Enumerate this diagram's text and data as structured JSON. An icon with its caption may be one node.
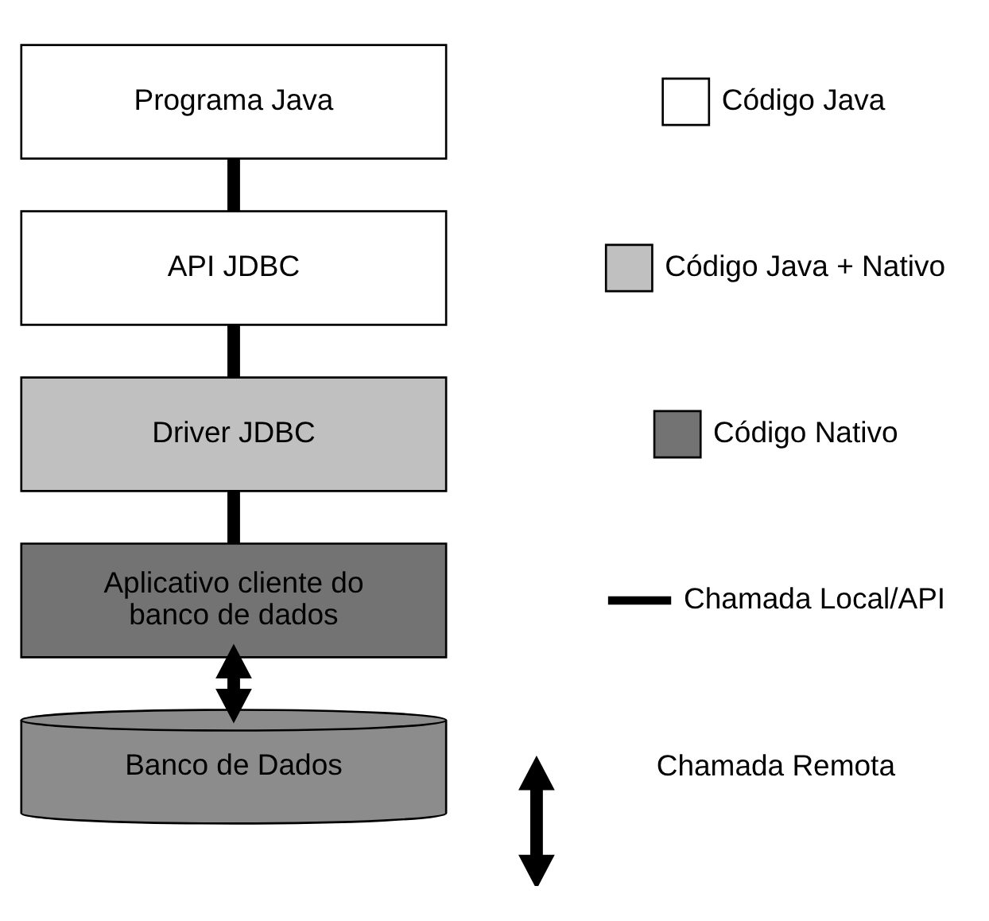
{
  "diagram": {
    "nodes": [
      {
        "text": [
          "Programa Java"
        ]
      },
      {
        "text": [
          "API JDBC"
        ]
      },
      {
        "text": [
          "Driver JDBC"
        ]
      },
      {
        "text": [
          "Aplicativo cliente do banco de dados"
        ]
      },
      {
        "text": [
          "Banco de Dados"
        ]
      }
    ],
    "edges": [
      {
        "from": 0,
        "to": 1,
        "arrow": "none"
      },
      {
        "from": 1,
        "to": 2,
        "arrow": "none"
      },
      {
        "from": 2,
        "to": 3,
        "arrow": "none"
      },
      {
        "from": 3,
        "to": 4,
        "arrow": "both"
      }
    ],
    "legend": [
      {
        "text": "Código Java",
        "color": "#ffffff"
      },
      {
        "text": "Código Java + Nativo",
        "color": "#c0c0c0"
      },
      {
        "text": "Código Nativo",
        "color": "#737373"
      },
      {
        "text": "Chamada Local/API"
      },
      {
        "text": "Chamada Remota"
      }
    ]
  }
}
